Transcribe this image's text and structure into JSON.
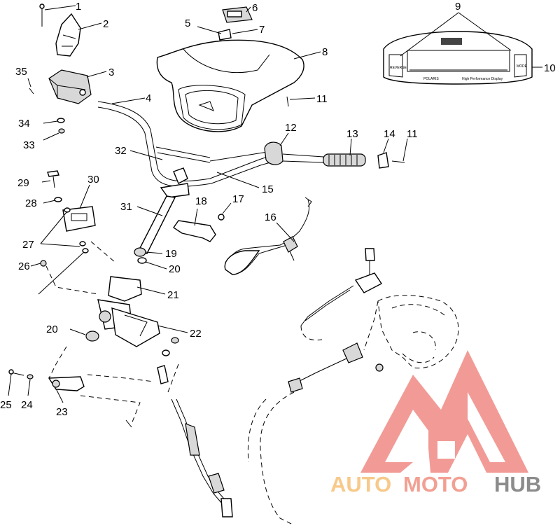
{
  "callouts": [
    {
      "id": "1",
      "label": "1"
    },
    {
      "id": "2",
      "label": "2"
    },
    {
      "id": "3",
      "label": "3"
    },
    {
      "id": "4",
      "label": "4"
    },
    {
      "id": "5",
      "label": "5"
    },
    {
      "id": "6",
      "label": "6"
    },
    {
      "id": "7",
      "label": "7"
    },
    {
      "id": "8",
      "label": "8"
    },
    {
      "id": "9",
      "label": "9"
    },
    {
      "id": "10",
      "label": "10"
    },
    {
      "id": "11a",
      "label": "11"
    },
    {
      "id": "11b",
      "label": "11"
    },
    {
      "id": "12",
      "label": "12"
    },
    {
      "id": "13",
      "label": "13"
    },
    {
      "id": "14",
      "label": "14"
    },
    {
      "id": "15",
      "label": "15"
    },
    {
      "id": "16",
      "label": "16"
    },
    {
      "id": "17",
      "label": "17"
    },
    {
      "id": "18",
      "label": "18"
    },
    {
      "id": "19",
      "label": "19"
    },
    {
      "id": "20a",
      "label": "20"
    },
    {
      "id": "20b",
      "label": "20"
    },
    {
      "id": "21",
      "label": "21"
    },
    {
      "id": "22",
      "label": "22"
    },
    {
      "id": "23",
      "label": "23"
    },
    {
      "id": "24",
      "label": "24"
    },
    {
      "id": "25",
      "label": "25"
    },
    {
      "id": "26",
      "label": "26"
    },
    {
      "id": "27",
      "label": "27"
    },
    {
      "id": "28",
      "label": "28"
    },
    {
      "id": "29",
      "label": "29"
    },
    {
      "id": "30",
      "label": "30"
    },
    {
      "id": "31",
      "label": "31"
    },
    {
      "id": "32",
      "label": "32"
    },
    {
      "id": "33",
      "label": "33"
    },
    {
      "id": "34",
      "label": "34"
    },
    {
      "id": "35",
      "label": "35"
    }
  ],
  "decal": {
    "left_label": "REVERSE",
    "brand": "POLARIS",
    "right_label": "MODE",
    "caption": "High Performance Display"
  },
  "watermark": {
    "text_auto": "AUTO",
    "text_moto": "MOTO",
    "text_hub": "HUB",
    "colors": {
      "logo": "#f08a84",
      "auto": "#f7c98a",
      "moto": "#f2a093",
      "hub": "#8c8c8c"
    }
  }
}
